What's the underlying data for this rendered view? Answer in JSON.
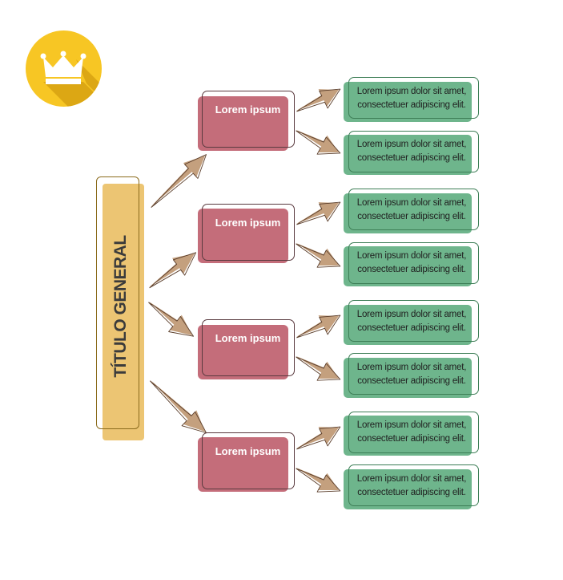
{
  "header": {
    "badge_icon": "crown-icon",
    "badge_color": "#f7c624"
  },
  "title": {
    "text": "TÍTULO GENERAL",
    "color": "#ecc573"
  },
  "colors": {
    "branch": "#c46d7a",
    "leaf": "#6eb58c",
    "arrow": "#c4a07e"
  },
  "branches": [
    {
      "label": "Lorem ipsum",
      "leaves": [
        "Lorem ipsum dolor sit amet, consectetuer adipiscing elit.",
        "Lorem ipsum dolor sit amet, consectetuer adipiscing elit."
      ]
    },
    {
      "label": "Lorem ipsum",
      "leaves": [
        "Lorem ipsum dolor sit amet, consectetuer adipiscing elit.",
        "Lorem ipsum dolor sit amet, consectetuer adipiscing elit."
      ]
    },
    {
      "label": "Lorem ipsum",
      "leaves": [
        "Lorem ipsum dolor sit amet, consectetuer adipiscing elit.",
        "Lorem ipsum dolor sit amet, consectetuer adipiscing elit."
      ]
    },
    {
      "label": "Lorem ipsum",
      "leaves": [
        "Lorem ipsum dolor sit amet, consectetuer adipiscing elit.",
        "Lorem ipsum dolor sit amet, consectetuer adipiscing elit."
      ]
    }
  ]
}
